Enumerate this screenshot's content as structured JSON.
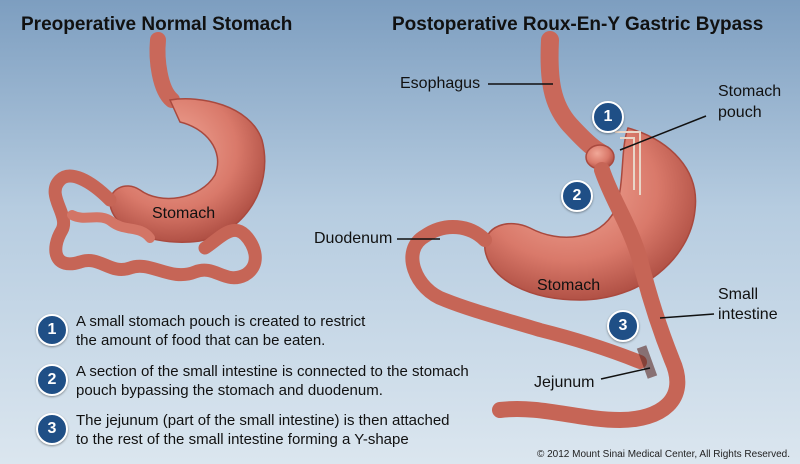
{
  "left_title": "Preoperative Normal Stomach",
  "right_title": "Postoperative Roux-En-Y Gastric Bypass",
  "labels": {
    "stomach_left": "Stomach",
    "esophagus": "Esophagus",
    "stomach_pouch_line1": "Stomach",
    "stomach_pouch_line2": "pouch",
    "duodenum": "Duodenum",
    "stomach_right": "Stomach",
    "small_intestine_line1": "Small",
    "small_intestine_line2": "intestine",
    "jejunum": "Jejunum"
  },
  "badges": [
    "1",
    "2",
    "3"
  ],
  "steps": [
    {
      "num": "1",
      "line1": "A small stomach pouch is created to restrict",
      "line2": "the amount of food that can be eaten."
    },
    {
      "num": "2",
      "line1": "A section of the small intestine is connected to the stomach",
      "line2": "pouch bypassing the stomach and duodenum."
    },
    {
      "num": "3",
      "line1": "The jejunum (part of the small intestine) is then attached",
      "line2": "to the rest of the small intestine forming a Y-shape"
    }
  ],
  "copyright": "© 2012 Mount Sinai Medical Center, All Rights Reserved.",
  "colors": {
    "tissue": "#d9796a",
    "tissue_dark": "#b4574a",
    "badge": "#1f4f86"
  }
}
